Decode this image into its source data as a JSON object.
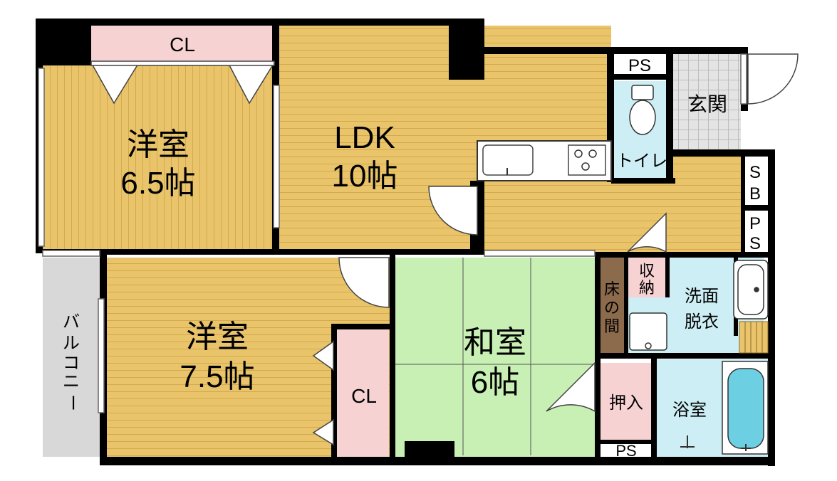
{
  "rooms": {
    "western_a": {
      "name": "洋室",
      "size": "6.5帖"
    },
    "ldk": {
      "name": "LDK",
      "size": "10帖"
    },
    "western_b": {
      "name": "洋室",
      "size": "7.5帖"
    },
    "japanese": {
      "name": "和室",
      "size": "6帖"
    }
  },
  "labels": {
    "cl_top": "CL",
    "cl_side": "CL",
    "ps_top": "PS",
    "ps_right": [
      "P",
      "S"
    ],
    "ps_bottom": "PS",
    "sb": [
      "S",
      "B"
    ],
    "genkan": "玄関",
    "toilet": "トイレ",
    "storage": [
      "収",
      "納"
    ],
    "alcove": [
      "床",
      "の",
      "間"
    ],
    "washroom": [
      "洗面",
      "脱衣"
    ],
    "closet": "押入",
    "bath": "浴室",
    "balcony": [
      "バ",
      "ル",
      "コ",
      "ニ",
      "ー"
    ]
  },
  "colors": {
    "floor_wood": "#e9c46a",
    "tatami": "#c8f0b4",
    "closet_pink": "#f6d2d2",
    "wet_area": "#cdeef4",
    "balcony_gray": "#d8d8d8",
    "alcove_brown": "#8c6a4c",
    "wall": "#000000"
  }
}
